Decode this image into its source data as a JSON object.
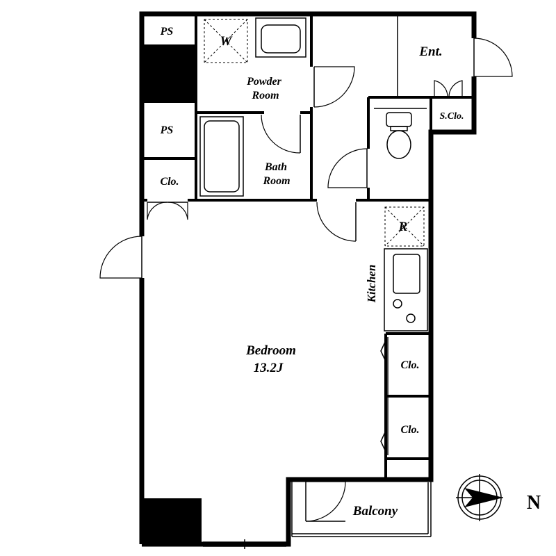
{
  "rooms": {
    "ps_top": "PS",
    "ps_mid": "PS",
    "closet_left": "Clo.",
    "washer": "W",
    "powder_room": [
      "Powder",
      "Room"
    ],
    "bath_room": [
      "Bath",
      "Room"
    ],
    "entrance": "Ent.",
    "shoe_closet": "S.Clo.",
    "refrigerator": "R",
    "kitchen": "Kitchen",
    "bedroom": [
      "Bedroom",
      "13.2J"
    ],
    "closet_right_1": "Clo.",
    "closet_right_2": "Clo.",
    "balcony": "Balcony"
  },
  "compass": {
    "north_label": "N"
  }
}
